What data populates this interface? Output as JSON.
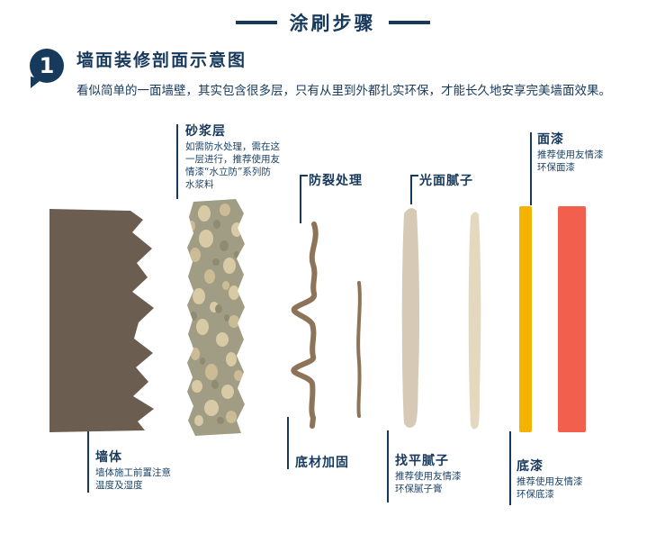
{
  "header": {
    "title": "涂刷步骤"
  },
  "intro": {
    "step_number": "1",
    "section_title": "墙面装修剖面示意图",
    "description": "看似简单的一面墙壁，其实包含很多层，只有从里到外都扎实环保，才能长久地安享完美墙面效果。"
  },
  "diagram": {
    "labels": {
      "mortar": {
        "title": "砂浆层",
        "note": "如需防水处理，需在这\n一层进行，推荐使用友\n情漆“水立防”系列防\n水浆料"
      },
      "anti_crack": {
        "title": "防裂处理"
      },
      "smooth_putty": {
        "title": "光面腻子"
      },
      "top_coat": {
        "title": "面漆",
        "note": "推荐使用友情漆\n环保面漆"
      },
      "wall": {
        "title": "墙体",
        "note": "墙体施工前置注意\n温度及湿度"
      },
      "base_reinforce": {
        "title": "底材加固"
      },
      "leveling_putty": {
        "title": "找平腻子",
        "note": "推荐使用友情漆\n环保腻子膏"
      },
      "primer": {
        "title": "底漆",
        "note": "推荐使用友情漆\n环保底漆"
      }
    },
    "layer_colors": {
      "wall": "#6b5e50",
      "mortar": "#a19d85",
      "mortar_spot_light": "#d8caa5",
      "mortar_spot_mid": "#cbbc96",
      "mortar_spot_dark": "#8f8b73",
      "anti_crack": "#8d7458",
      "smooth_putty": "#d6cab6",
      "leveling_putty": "#e4d9c0",
      "primer": "#f4b301",
      "top_coat": "#f25f4c"
    },
    "accent": "#17395c"
  }
}
